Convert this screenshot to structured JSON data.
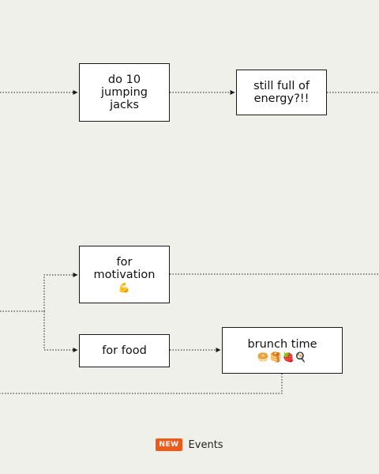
{
  "nodes": {
    "jumping_jacks": {
      "label": "do 10\njumping\njacks"
    },
    "energy": {
      "label": "still full of\nenergy?!!"
    },
    "motivation": {
      "label": "for\nmotivation",
      "emoji": "💪"
    },
    "food": {
      "label": "for food"
    },
    "brunch": {
      "label": "brunch time",
      "emoji": "🥯🥞🍓🍳"
    }
  },
  "footer": {
    "badge": "NEW",
    "label": "Events"
  },
  "colors": {
    "background": "#f0f0eb",
    "node_fill": "#ffffff",
    "line": "#1a1a1a",
    "badge": "#ef5a1a"
  }
}
